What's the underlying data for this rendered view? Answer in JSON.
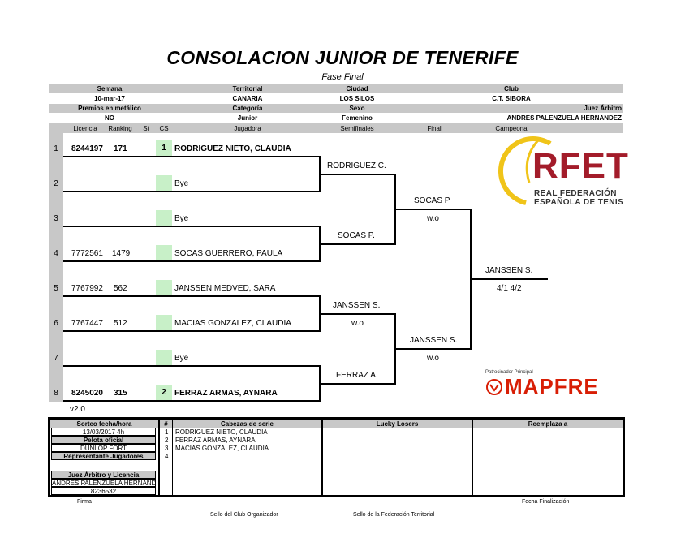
{
  "title": "CONSOLACION JUNIOR DE TENERIFE",
  "subtitle": "Fase Final",
  "header": {
    "row1_labels": {
      "semana": "Semana",
      "territorial": "Territorial",
      "ciudad": "Ciudad",
      "club": "Club"
    },
    "row1_values": {
      "semana": "10-mar-17",
      "territorial": "CANARIA",
      "ciudad": "LOS SILOS",
      "club": "C.T. SIBORA"
    },
    "row2_labels": {
      "premios": "Premios en metálico",
      "categoria": "Categoría",
      "sexo": "Sexo",
      "juez": "Juez Árbitro"
    },
    "row2_values": {
      "premios": "NO",
      "categoria": "Junior",
      "sexo": "Femenino",
      "juez": "ANDRES PALENZUELA HERNANDEZ"
    }
  },
  "columns": {
    "licencia": "Licencia",
    "ranking": "Ranking",
    "st": "St",
    "cs": "CS",
    "jugadora": "Jugadora",
    "semifinales": "Semifinales",
    "final": "Final",
    "campeona": "Campeona"
  },
  "players": [
    {
      "num": "1",
      "licencia": "8244197",
      "ranking": "171",
      "cs": "1",
      "name": "RODRIGUEZ NIETO, CLAUDIA"
    },
    {
      "num": "2",
      "licencia": "",
      "ranking": "",
      "cs": "",
      "name": "Bye"
    },
    {
      "num": "3",
      "licencia": "",
      "ranking": "",
      "cs": "",
      "name": "Bye"
    },
    {
      "num": "4",
      "licencia": "7772561",
      "ranking": "1479",
      "cs": "",
      "name": "SOCAS GUERRERO, PAULA"
    },
    {
      "num": "5",
      "licencia": "7767992",
      "ranking": "562",
      "cs": "",
      "name": "JANSSEN MEDVED, SARA"
    },
    {
      "num": "6",
      "licencia": "7767447",
      "ranking": "512",
      "cs": "",
      "name": "MACIAS GONZALEZ, CLAUDIA"
    },
    {
      "num": "7",
      "licencia": "",
      "ranking": "",
      "cs": "",
      "name": "Bye"
    },
    {
      "num": "8",
      "licencia": "8245020",
      "ranking": "315",
      "cs": "2",
      "name": "FERRAZ ARMAS, AYNARA"
    }
  ],
  "semifinals": [
    {
      "name": "RODRIGUEZ C.",
      "score": ""
    },
    {
      "name": "SOCAS P.",
      "score": ""
    },
    {
      "name": "JANSSEN S.",
      "score": "w.o"
    },
    {
      "name": "FERRAZ A.",
      "score": ""
    }
  ],
  "finals": [
    {
      "name": "SOCAS P.",
      "score": "w.o"
    },
    {
      "name": "JANSSEN S.",
      "score": "w.o"
    }
  ],
  "champion": {
    "name": "JANSSEN S.",
    "score": "4/1 4/2"
  },
  "version": "v2.0",
  "logos": {
    "rfet_text": "RFET",
    "rfet_line1": "REAL FEDERACIÓN",
    "rfet_line2": "ESPAÑOLA DE TENIS",
    "sponsor_label": "Patrocinador Principal",
    "sponsor_name": "MAPFRE",
    "rfet_color": "#a31c2a",
    "mapfre_color": "#d81e05"
  },
  "bottom": {
    "sorteo_label": "Sorteo fecha/hora",
    "sorteo_value": "13/03/2017  4h",
    "pelota_label": "Pelota oficial",
    "pelota_value": "DUNLOP FORT",
    "representante_label": "Representante Jugadores",
    "juez_label": "Juez Árbitro y Licencia",
    "juez_value": "ANDRES PALENZUELA HERNANDEZ",
    "juez_licencia": "8236532",
    "hash_header": "#",
    "cabezas_header": "Cabezas  de serie",
    "lucky_header": "Lucky Losers",
    "reemplaza_header": "Reemplaza a",
    "seeds": [
      {
        "num": "1",
        "name": "RODRIGUEZ NIETO, CLAUDIA"
      },
      {
        "num": "2",
        "name": "FERRAZ ARMAS, AYNARA"
      },
      {
        "num": "3",
        "name": "MACIAS GONZALEZ, CLAUDIA"
      },
      {
        "num": "4",
        "name": ""
      }
    ],
    "firma": "Firma",
    "fecha_fin": "Fecha Finalización",
    "sello_club": "Sello del Club Organizador",
    "sello_fed": "Sello de la Federación Territorial"
  }
}
